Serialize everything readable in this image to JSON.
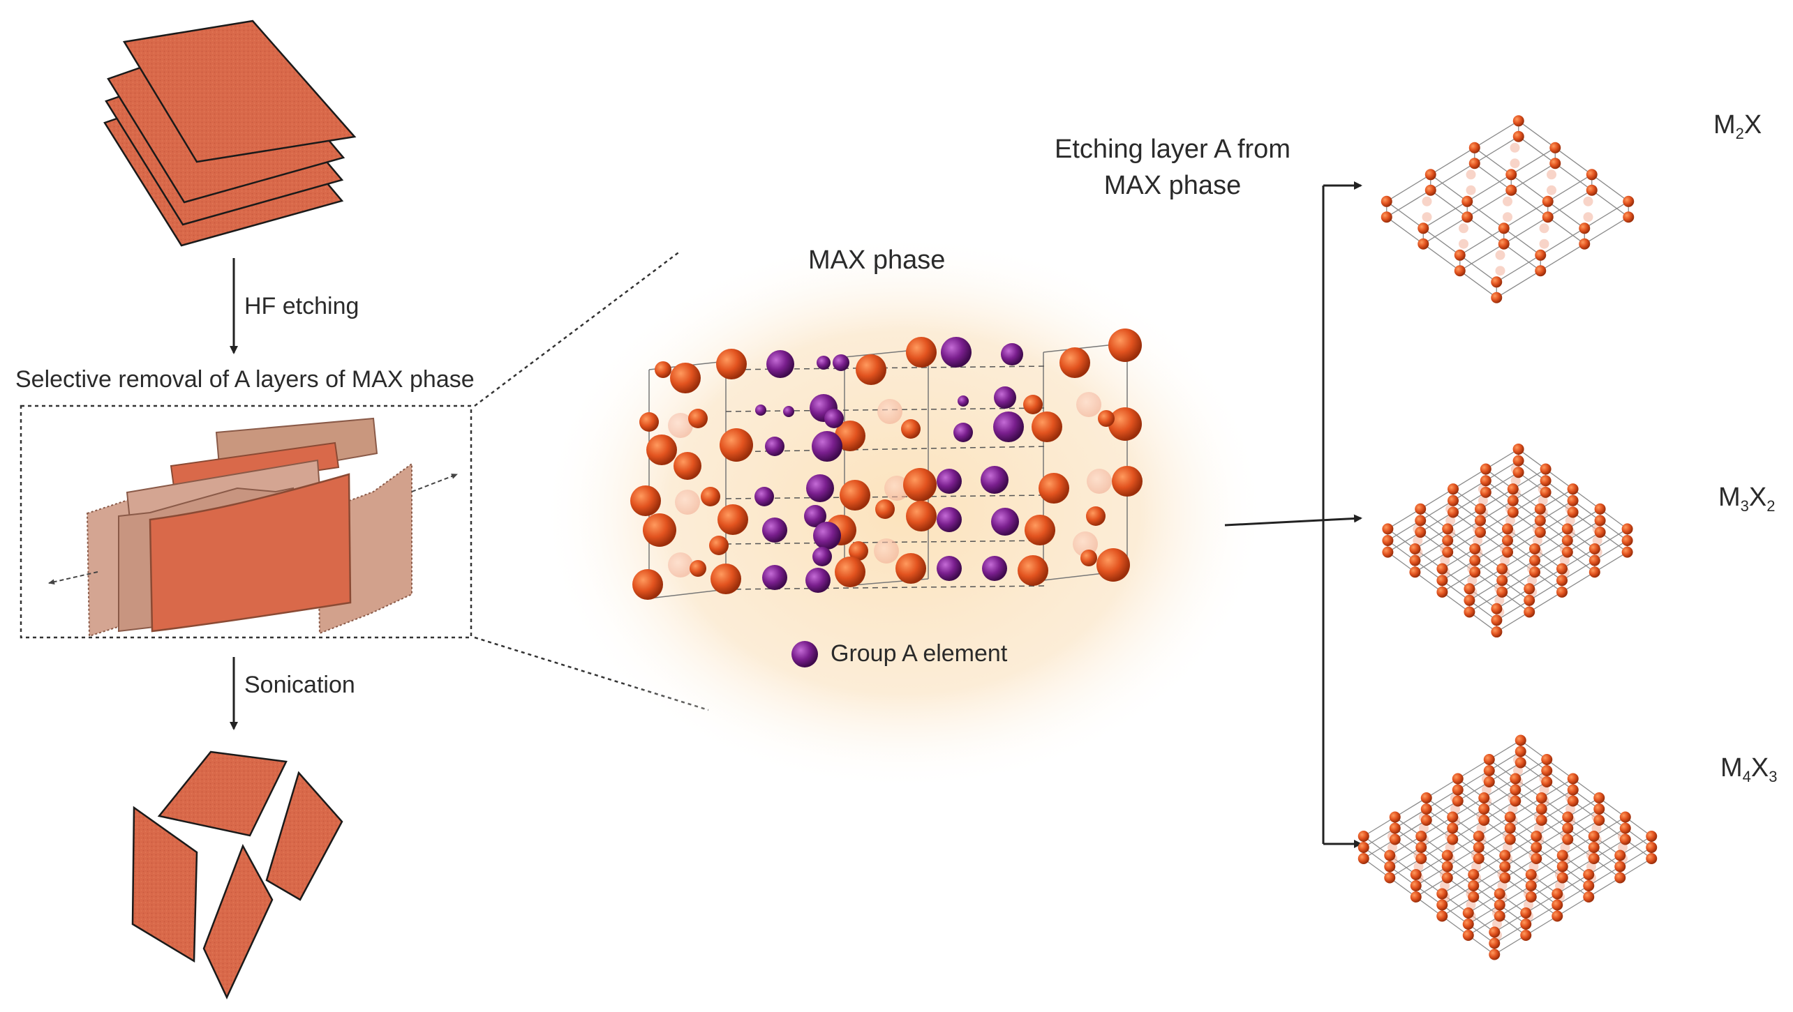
{
  "labels": {
    "hf_etching": "HF etching",
    "selective_removal": "Selective removal of A layers of MAX phase",
    "sonication": "Sonication",
    "max_phase": "MAX phase",
    "group_a_element": "Group A element",
    "etching_line1": "Etching layer A from",
    "etching_line2": "MAX phase"
  },
  "products": [
    {
      "m": "M",
      "m_sub": "2",
      "x": "X",
      "x_sub": ""
    },
    {
      "m": "M",
      "m_sub": "3",
      "x": "X",
      "x_sub": "2"
    },
    {
      "m": "M",
      "m_sub": "4",
      "x": "X",
      "x_sub": "3"
    }
  ],
  "colors": {
    "sheet": "#d9694a",
    "sheet_dark": "#b5523a",
    "sheet_light": "#caa08c",
    "atom_m": "#e2531f",
    "atom_a": "#7a1f8e",
    "glow": "#fbe0b8",
    "line": "#333333"
  }
}
